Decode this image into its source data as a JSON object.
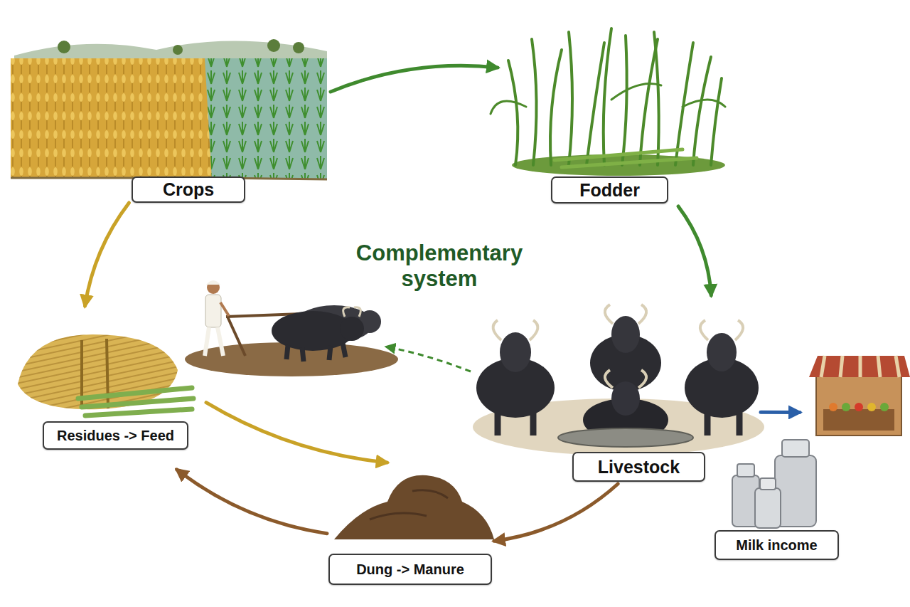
{
  "diagram": {
    "title": "Complementary system",
    "nodes": [
      {
        "text": [
          "Crops"
        ]
      },
      {
        "text": [
          "Fodder"
        ]
      },
      {
        "text": [
          "Residues -> Feed"
        ]
      },
      {
        "text": [
          "Livestock"
        ]
      },
      {
        "text": [
          "Milk income"
        ]
      },
      {
        "text": [
          "Dung -> Manure"
        ]
      }
    ],
    "edges": [
      {
        "from": 0,
        "to": 1,
        "arrow": "to"
      },
      {
        "from": 1,
        "to": 3,
        "arrow": "to"
      },
      {
        "from": 0,
        "to": 2,
        "arrow": "to"
      },
      {
        "from": 2,
        "to": 5,
        "arrow": "to"
      },
      {
        "from": 3,
        "to": 5,
        "arrow": "to"
      },
      {
        "from": 5,
        "to": 2,
        "arrow": "to"
      },
      {
        "from": 3,
        "to": 4,
        "arrow": "to"
      }
    ]
  }
}
